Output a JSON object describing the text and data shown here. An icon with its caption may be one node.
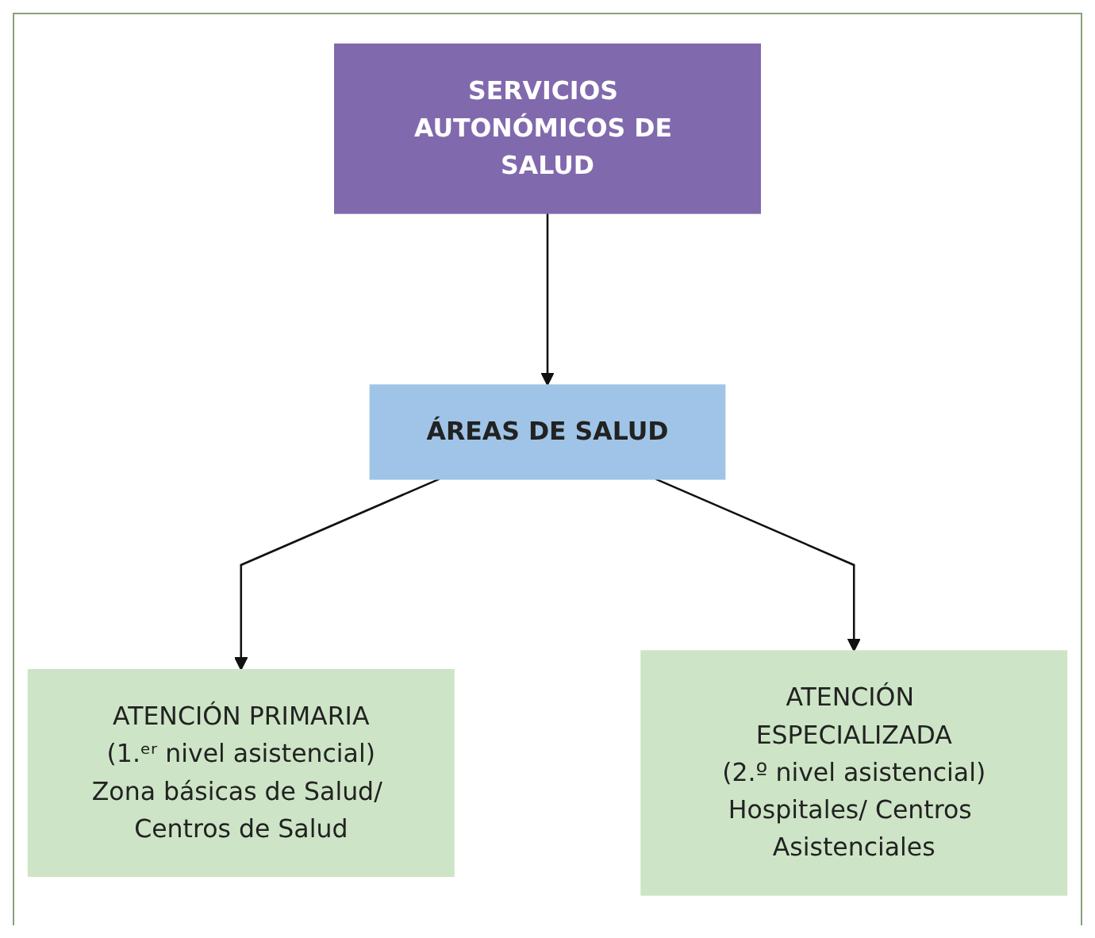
{
  "diagram": {
    "nodes": [
      {
        "text": [
          "SERVICIOS AUTONÓMICOS DE SALUD"
        ]
      },
      {
        "text": [
          "ÁREAS DE SALUD"
        ]
      },
      {
        "text": [
          "ATENCIÓN PRIMARIA",
          "(1.ᵉʳ nivel asistencial)",
          "Zona básicas de Salud/ Centros de Salud"
        ]
      },
      {
        "text": [
          "ATENCIÓN ESPECIALIZADA",
          "(2.º nivel asistencial)",
          "Hospitales/ Centros Asistenciales"
        ]
      }
    ],
    "edges": [
      {
        "from": 0,
        "to": 1,
        "arrow": "to"
      },
      {
        "from": 1,
        "to": 2,
        "arrow": "to"
      },
      {
        "from": 1,
        "to": 3,
        "arrow": "to"
      }
    ]
  }
}
